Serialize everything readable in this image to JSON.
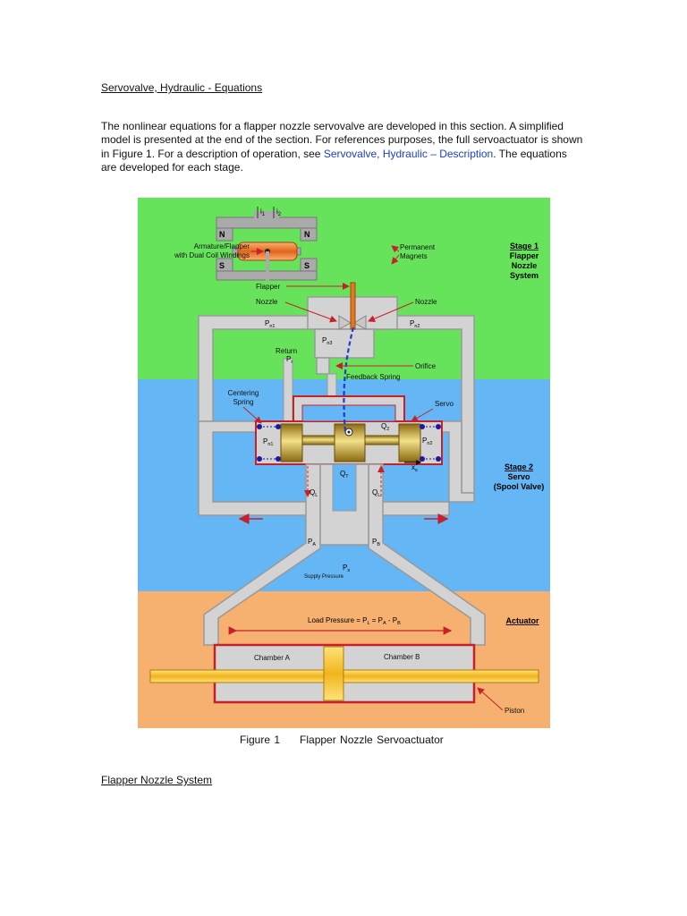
{
  "doc": {
    "title": "Servovalve, Hydraulic - Equations",
    "intro_text": "The nonlinear equations for a flapper nozzle servovalve are developed in this section.  A simplified model is presented at the end of the section.  For references purposes, the full servoactuator is shown in Figure 1.  For a description of operation, see ",
    "intro_link": "Servovalve, Hydraulic – Description",
    "intro_tail": ".  The equations are developed for each stage.",
    "figure_number": "Figure 1",
    "figure_caption": "Flapper Nozzle Servoactuator",
    "section_heading": "Flapper Nozzle System"
  },
  "figure": {
    "stage1_line1": "Stage 1",
    "stage1_line2": "Flapper",
    "stage1_line3": "Nozzle",
    "stage1_line4": "System",
    "stage2_line1": "Stage 2",
    "stage2_line2": "Servo",
    "stage2_line3": "(Spool Valve)",
    "actuator": "Actuator",
    "armature_line1": "Armature/Flapper",
    "armature_line2": "with Dual Coil Windings",
    "magnets_line1": "Permanent",
    "magnets_line2": "Magnets",
    "flapper": "Flapper",
    "nozzle_left": "Nozzle",
    "nozzle_right": "Nozzle",
    "return": "Return",
    "orifice": "Orifice",
    "feedback_spring": "Feedback Spring",
    "centering_line1": "Centering",
    "centering_line2": "Spring",
    "servo": "Servo",
    "supply_pressure": "Supply Pressure",
    "load_pressure": "Load Pressure = P",
    "chamber_a": "Chamber A",
    "chamber_b": "Chamber B",
    "piston": "Piston",
    "pole_n": "N",
    "pole_s": "S",
    "i1": "i",
    "i1_sub": "1",
    "i2": "i",
    "i2_sub": "2",
    "pn1_top": "P",
    "pn1_top_sub": "n1",
    "pn2_top": "P",
    "pn2_top_sub": "n2",
    "pn3": "P",
    "pn3_sub": "n3",
    "pr": "P",
    "pr_sub": "r",
    "pn1_spool": "P",
    "pn1_spool_sub": "n1",
    "pn2_spool": "P",
    "pn2_spool_sub": "n2",
    "q2": "Q",
    "q2_sub": "2",
    "qt": "Q",
    "qt_sub": "T",
    "xs": "x",
    "xs_sub": "s",
    "ql_left": "Q",
    "ql_left_sub": "L",
    "ql_right": "Q",
    "ql_right_sub": "L",
    "pa": "P",
    "pa_sub": "A",
    "pb": "P",
    "pb_sub": "B",
    "ps": "P",
    "ps_sub": "s",
    "lp_sub_l": "L",
    "lp_mid": " = P",
    "lp_sub_a": "A",
    "lp_minus": " - P",
    "lp_sub_b": "B"
  },
  "colors": {
    "stage1_bg": "#66e35a",
    "stage2_bg": "#64b6f4",
    "actuator_bg": "#f6b06f",
    "housing_fill": "#d3d3d3",
    "housing_stroke": "#999999",
    "red_outline": "#c8202a",
    "link_blue": "#1a3fd0"
  }
}
